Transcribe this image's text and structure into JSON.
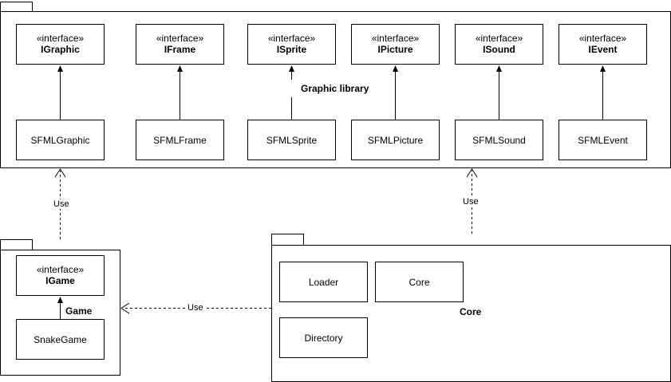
{
  "graphic_package": {
    "label": "Graphic library",
    "interfaces": [
      {
        "stereotype": "«interface»",
        "name": "IGraphic"
      },
      {
        "stereotype": "«interface»",
        "name": "IFrame"
      },
      {
        "stereotype": "«interface»",
        "name": "ISprite"
      },
      {
        "stereotype": "«interface»",
        "name": "IPicture"
      },
      {
        "stereotype": "«interface»",
        "name": "ISound"
      },
      {
        "stereotype": "«interface»",
        "name": "IEvent"
      }
    ],
    "classes": [
      "SFMLGraphic",
      "SFMLFrame",
      "SFMLSprite",
      "SFMLPicture",
      "SFMLSound",
      "SFMLEvent"
    ]
  },
  "game_package": {
    "label": "Game",
    "interface": {
      "stereotype": "«interface»",
      "name": "IGame"
    },
    "class": "SnakeGame"
  },
  "core_package": {
    "label": "Core",
    "classes": [
      "Loader",
      "Core",
      "Directory"
    ]
  },
  "links": {
    "use_label_1": "Use",
    "use_label_2": "Use",
    "use_label_3": "Use"
  }
}
